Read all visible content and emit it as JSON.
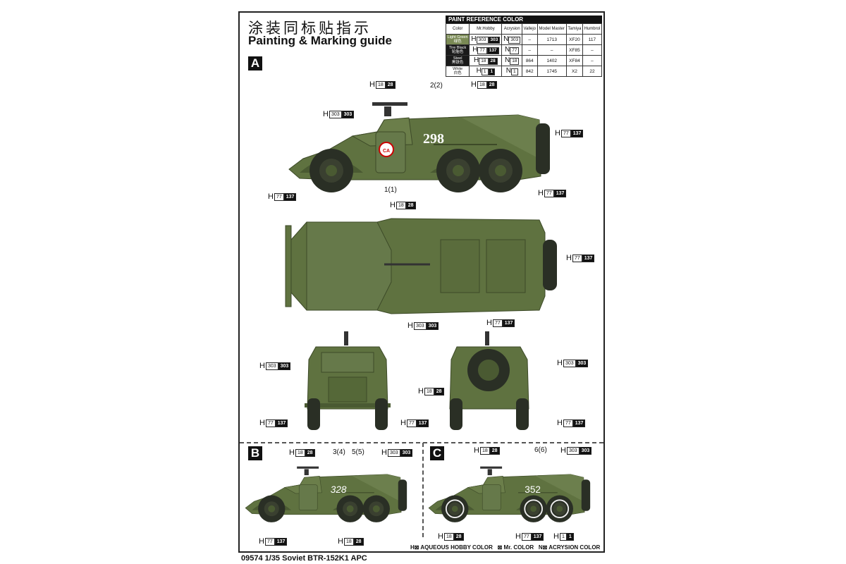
{
  "header": {
    "title_zh": "涂装同标贴指示",
    "title_en": "Painting & Marking guide"
  },
  "schemes": {
    "a": "A",
    "b": "B",
    "c": "C"
  },
  "paint_table": {
    "title": "PAINT REFERENCE COLOR",
    "columns": [
      "Color",
      "Mr.Hobby",
      "Acrysion",
      "Vallejo",
      "Model Master",
      "Tamiya",
      "Humbrol"
    ],
    "rows": [
      {
        "color_en": "Light Green",
        "color_zh": "绿色",
        "swatch": "#7a8a55",
        "h_aq": "303",
        "h_mr": "303",
        "n": "303",
        "vallejo": "–",
        "model_master": "1713",
        "tamiya": "XF20",
        "humbrol": "117"
      },
      {
        "color_en": "Tire Black",
        "color_zh": "轮胎色",
        "swatch": "#1a1a1a",
        "h_aq": "77",
        "h_mr": "137",
        "n": "77",
        "vallejo": "–",
        "model_master": "–",
        "tamiya": "XF85",
        "humbrol": "–"
      },
      {
        "color_en": "Steel",
        "color_zh": "黑铁色",
        "swatch": "#1a1a1a",
        "h_aq": "18",
        "h_mr": "28",
        "n": "18",
        "vallejo": "864",
        "model_master": "1402",
        "tamiya": "XF84",
        "humbrol": "–"
      },
      {
        "color_en": "White",
        "color_zh": "白色",
        "swatch": "#ffffff",
        "h_aq": "1",
        "h_mr": "1",
        "n": "1",
        "vallejo": "842",
        "model_master": "1745",
        "tamiya": "X2",
        "humbrol": "22"
      }
    ]
  },
  "callouts": [
    {
      "h": "H",
      "a": "18",
      "b": "28"
    },
    {
      "h": "H",
      "a": "18",
      "b": "28"
    },
    {
      "h": "H",
      "a": "303",
      "b": "303"
    },
    {
      "h": "H",
      "a": "77",
      "b": "137"
    },
    {
      "h": "H",
      "a": "77",
      "b": "137"
    },
    {
      "h": "H",
      "a": "77",
      "b": "137"
    },
    {
      "h": "H",
      "a": "18",
      "b": "28"
    },
    {
      "h": "H",
      "a": "77",
      "b": "137"
    },
    {
      "h": "H",
      "a": "303",
      "b": "303"
    },
    {
      "h": "H",
      "a": "303",
      "b": "303"
    },
    {
      "h": "H",
      "a": "77",
      "b": "137"
    },
    {
      "h": "H",
      "a": "77",
      "b": "137"
    },
    {
      "h": "H",
      "a": "77",
      "b": "137"
    },
    {
      "h": "H",
      "a": "303",
      "b": "303"
    },
    {
      "h": "H",
      "a": "18",
      "b": "28"
    },
    {
      "h": "H",
      "a": "77",
      "b": "137"
    },
    {
      "h": "H",
      "a": "18",
      "b": "28"
    },
    {
      "h": "H",
      "a": "303",
      "b": "303"
    },
    {
      "h": "H",
      "a": "77",
      "b": "137"
    },
    {
      "h": "H",
      "a": "18",
      "b": "28"
    },
    {
      "h": "H",
      "a": "18",
      "b": "28"
    },
    {
      "h": "H",
      "a": "303",
      "b": "303"
    },
    {
      "h": "H",
      "a": "18",
      "b": "28"
    },
    {
      "h": "H",
      "a": "77",
      "b": "137"
    },
    {
      "h": "H",
      "a": "1",
      "b": "1"
    }
  ],
  "decal_refs": {
    "a1": "2(2)",
    "a2": "1(1)",
    "b1": "3(4)",
    "b2": "5(5)",
    "c1": "6(6)"
  },
  "vehicle_numbers": {
    "a": "298",
    "b": "328",
    "c": "352",
    "badge": "CA"
  },
  "colors": {
    "olive": "#5f7240",
    "olive_dark": "#4a5a32",
    "tire": "#2a2f25"
  },
  "legend": {
    "aqueous": "H⊠ AQUEOUS HOBBY COLOR",
    "mr": "⊠ Mr. COLOR",
    "acrysion": "N⊠ ACRYSION COLOR"
  },
  "footer": "09574 1/35  Soviet BTR-152K1 APC"
}
